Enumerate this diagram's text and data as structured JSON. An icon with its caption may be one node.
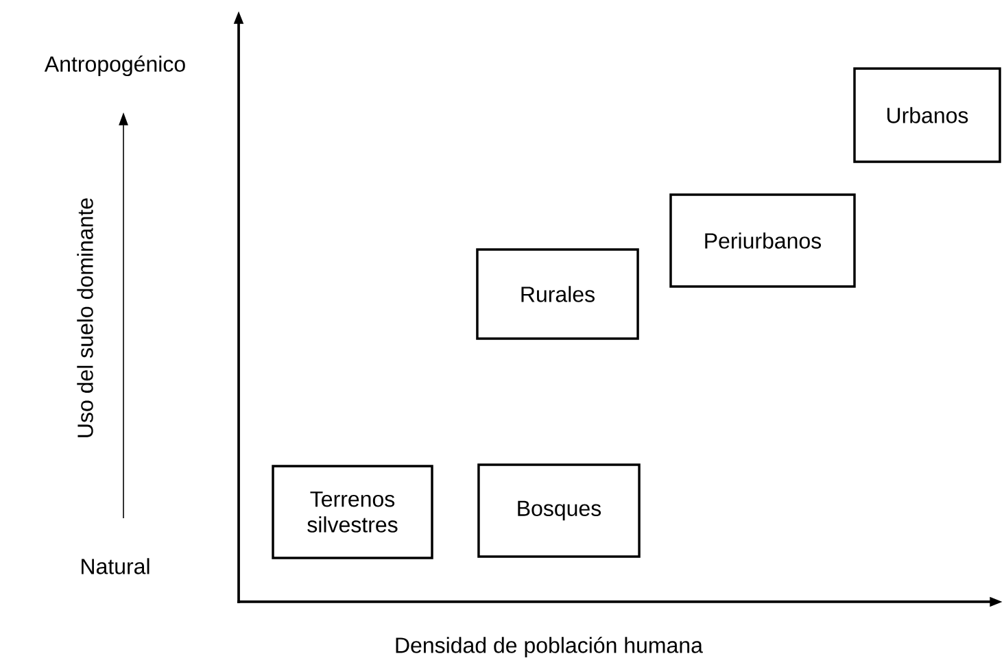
{
  "diagram": {
    "nodes": [
      {
        "text": [
          "Terrenos silvestres"
        ]
      },
      {
        "text": [
          "Bosques"
        ]
      },
      {
        "text": [
          "Rurales"
        ]
      },
      {
        "text": [
          "Periurbanos"
        ]
      },
      {
        "text": [
          "Urbanos"
        ]
      }
    ],
    "labels": [
      "Antropogénico",
      "Uso del suelo dominante",
      "Natural",
      "Densidad de población humana"
    ]
  }
}
